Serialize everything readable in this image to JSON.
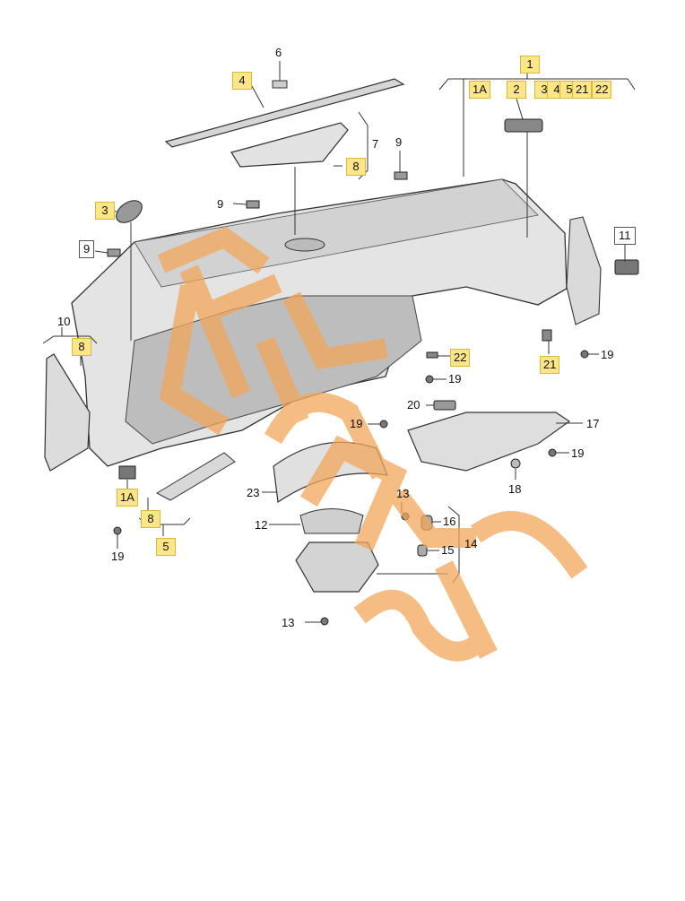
{
  "colors": {
    "highlight": "#fde58a",
    "watermark": "#f2a65a",
    "line": "#333333",
    "part_fill": "#e3e3e3",
    "part_shade": "#b9b9b9"
  },
  "watermark": {
    "text": "ELECTRIC"
  },
  "callouts": {
    "c1": "1",
    "c1a_top": "1A",
    "c2": "2",
    "c3a": "3",
    "c4a": "4",
    "c5a": "5",
    "c21a": "21",
    "c22a": "22",
    "c3": "3",
    "c4": "4",
    "c5": "5",
    "c6": "6",
    "c7": "7",
    "c8a": "8",
    "c8b": "8",
    "c8c": "8",
    "c9a": "9",
    "c9b": "9",
    "c9c": "9",
    "c10": "10",
    "c11": "11",
    "c12": "12",
    "c13a": "13",
    "c13b": "13",
    "c14": "14",
    "c15": "15",
    "c16": "16",
    "c17": "17",
    "c18": "18",
    "c19a": "19",
    "c19b": "19",
    "c19c": "19",
    "c19d": "19",
    "c19e": "19",
    "c20": "20",
    "c21": "21",
    "c22": "22",
    "c23": "23",
    "c1a_bottom": "1A"
  }
}
